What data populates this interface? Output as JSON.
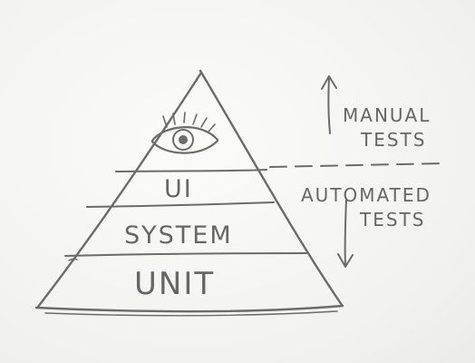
{
  "diagram": {
    "layers": {
      "ui": "UI",
      "system": "SYSTEM",
      "unit": "UNIT"
    },
    "manual_label": [
      "MANUAL",
      "TESTS"
    ],
    "automated_label": [
      "AUTOMATED",
      "TESTS"
    ],
    "icons": {
      "eye": "eye-icon",
      "up_arrow": "arrow-up-icon",
      "down_arrow": "arrow-down-icon"
    },
    "colors": {
      "pencil": "#6b6b6b",
      "paper": "#f4f4f3"
    }
  }
}
